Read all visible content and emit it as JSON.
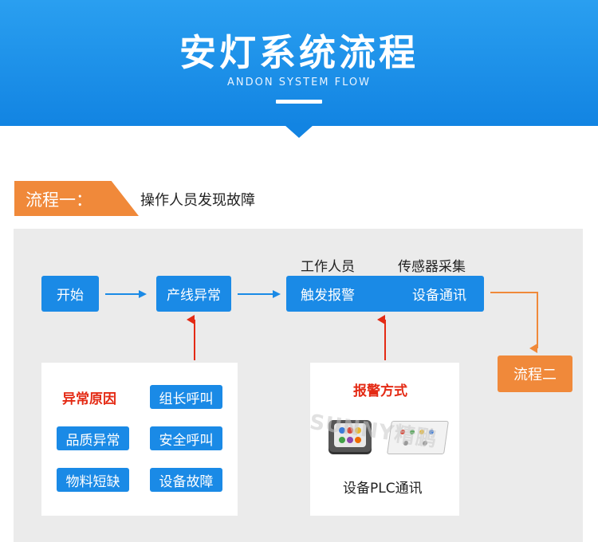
{
  "header": {
    "title": "安灯系统流程",
    "subtitle": "ANDON SYSTEM FLOW",
    "color": "#1a8ae6"
  },
  "step": {
    "tag": "流程一：",
    "description": "操作人员发现故障",
    "tag_color": "#f0893a"
  },
  "flow": {
    "start": "开始",
    "line_abnormal": "产线异常",
    "staff_label": "工作人员",
    "sensor_label": "传感器采集",
    "trigger_alarm": "触发报警",
    "device_comm": "设备通讯",
    "next_step": "流程二"
  },
  "causes": {
    "title": "异常原因",
    "items": [
      "品质异常",
      "物料短缺"
    ],
    "calls": [
      "组长呼叫",
      "安全呼叫",
      "设备故障"
    ]
  },
  "alarm": {
    "title": "报警方式",
    "caption": "设备PLC通讯"
  },
  "watermark": "SUNNY精鹏",
  "colors": {
    "box_blue": "#1a8ae6",
    "arrow_red": "#e42a14",
    "arrow_orange": "#f0893a"
  }
}
